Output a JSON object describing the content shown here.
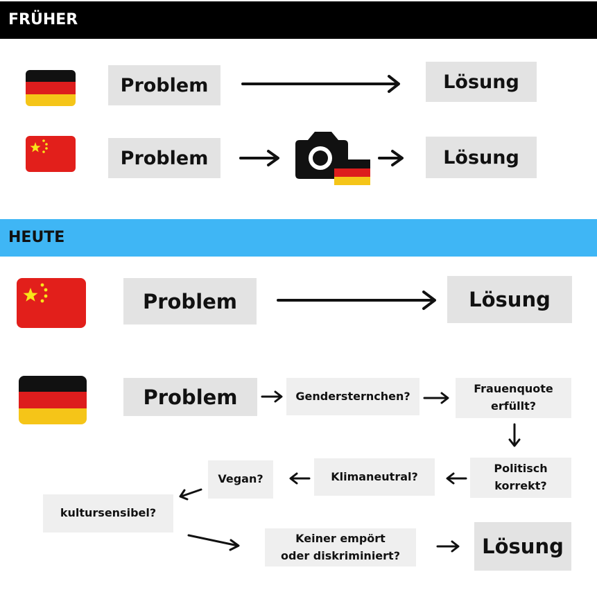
{
  "colors": {
    "germany": [
      "#111111",
      "#dd1d1d",
      "#f5c518"
    ],
    "china_red": "#e21f1b",
    "china_star": "#f8e51a",
    "heute_bar": "#3fb6f5"
  },
  "frueher": {
    "header": "FRÜHER",
    "row1": {
      "flag": "germany-flag",
      "problem": "Problem",
      "solution": "Lösung"
    },
    "row2": {
      "flag": "china-flag",
      "problem": "Problem",
      "icon": "camera-icon",
      "solution": "Lösung"
    }
  },
  "heute": {
    "header": "HEUTE",
    "china_row": {
      "flag": "china-flag",
      "problem": "Problem",
      "solution": "Lösung"
    },
    "germany_row": {
      "flag": "germany-flag",
      "problem": "Problem",
      "steps": {
        "gendersternchen": "Gendersternchen?",
        "frauenquote": "Frauenquote\nerfüllt?",
        "politisch": "Politisch\nkorrekt?",
        "klimaneutral": "Klimaneutral?",
        "vegan": "Vegan?",
        "kultursensibel": "kultursensibel?",
        "keiner": "Keiner empört\noder diskriminiert?"
      },
      "solution": "Lösung"
    }
  }
}
